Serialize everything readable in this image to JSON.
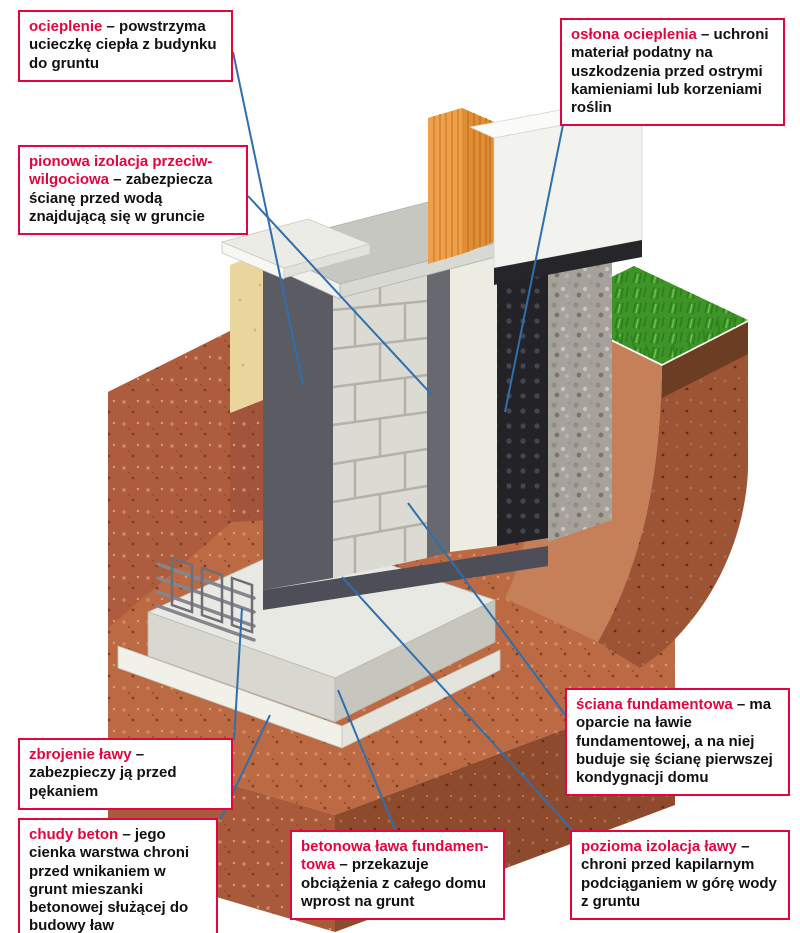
{
  "figure": {
    "subject": "przekrój fundamentów domu",
    "background": "#ffffff",
    "accent_red": "#e2063f",
    "leader_blue": "#2f6fad"
  },
  "callouts": [
    {
      "term": "ocieplenie",
      "description": "– powstrzyma ucieczkę ciepła z budynku do gruntu"
    },
    {
      "term": "osłona ocieplenia",
      "description": "– uchroni materiał podatny na uszkodzenia przed ostrymi kamieniami lub korzeniami roślin"
    },
    {
      "term": "pionowa izolacja przeciw-wilgociowa",
      "description": "– zabezpiecza ścianę przed wodą znajdującą się w gruncie"
    },
    {
      "term": "zbrojenie ławy",
      "description": "– zabezpieczy ją przed pękaniem"
    },
    {
      "term": "chudy beton",
      "description": "– jego cienka warstwa chroni przed wnikaniem w grunt mieszanki betonowej służącej do budowy ław"
    },
    {
      "term": "betonowa ława fundamen-towa",
      "description": "– przekazuje obciążenia z całego domu wprost na grunt"
    },
    {
      "term": "ściana fundamentowa",
      "description": "– ma oparcie na ławie fundamentowej, a na niej buduje się ścianę pierwszej kondygnacji domu"
    },
    {
      "term": "pozioma izolacja ławy",
      "description": "– chroni przed kapilarnym podciąganiem w górę wody z gruntu"
    }
  ]
}
